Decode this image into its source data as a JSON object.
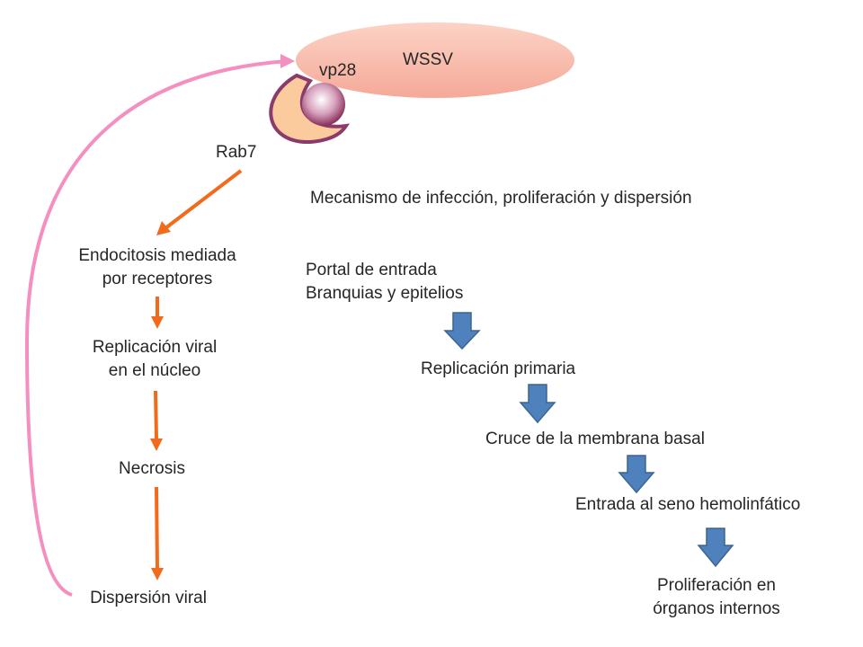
{
  "virus": {
    "name": "WSSV",
    "protein": "vp28",
    "receptor": "Rab7"
  },
  "title": "Mecanismo de infección, proliferación y dispersión",
  "left_path": {
    "steps": [
      {
        "lines": [
          "Endocitosis mediada",
          "por receptores"
        ]
      },
      {
        "lines": [
          "Replicación viral",
          "en el núcleo"
        ]
      },
      {
        "lines": [
          "Necrosis"
        ]
      },
      {
        "lines": [
          "Dispersión viral"
        ]
      }
    ]
  },
  "right_path": {
    "portal": {
      "lines": [
        "Portal de entrada",
        "Branquias y epitelios"
      ]
    },
    "steps": [
      {
        "lines": [
          "Replicación primaria"
        ]
      },
      {
        "lines": [
          "Cruce de la membrana basal"
        ]
      },
      {
        "lines": [
          "Entrada al seno hemolinfático"
        ]
      },
      {
        "lines": [
          "Proliferación en",
          "órganos internos"
        ]
      }
    ]
  },
  "colors": {
    "virus_fill": "#F7B8A8",
    "orange_arrow": "#F26A1B",
    "blue_arrow": "#4F81BD",
    "pink_loop": "#F48FC0",
    "receptor_outline": "#8B3A6B",
    "receptor_fill": "#FBCB9E"
  }
}
